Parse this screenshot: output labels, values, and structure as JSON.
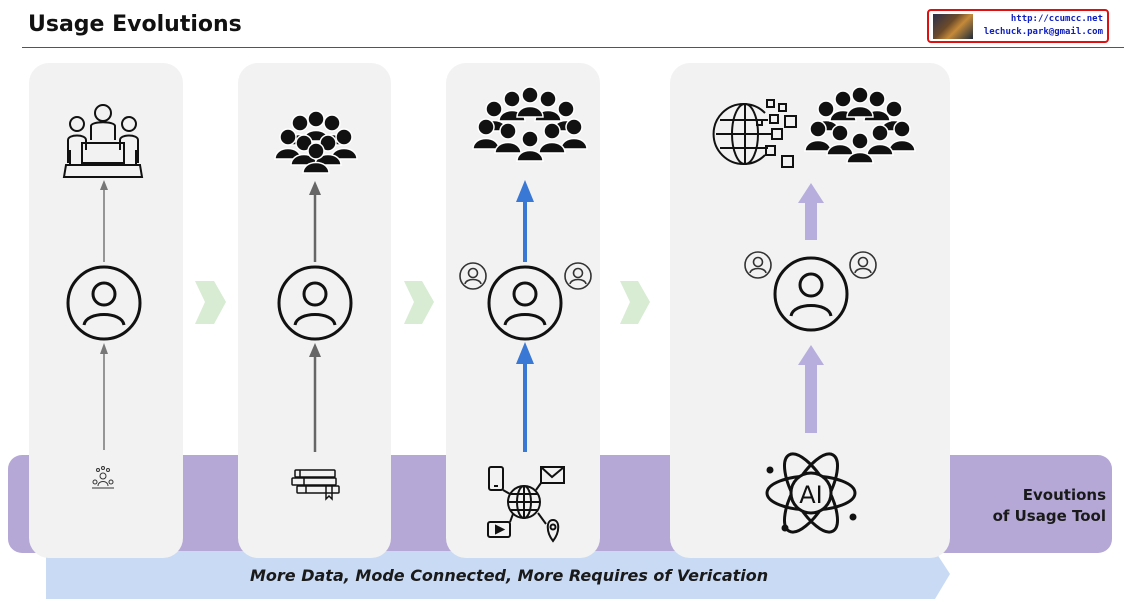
{
  "header": {
    "title": "Usage Evolutions",
    "badge_line1": "http://ccumcc.net",
    "badge_line2": "lechuck.park@gmail.com"
  },
  "band": {
    "label_line1": "Evoutions",
    "label_line2": "of Usage Tool"
  },
  "bottom": {
    "caption": "More Data, Mode Connected, More Requires of Verication"
  },
  "stages": [
    {
      "tool_icon": "network-people-icon",
      "audience_icon": "meeting-table-icon",
      "arrow_color": "#777777"
    },
    {
      "tool_icon": "books-icon",
      "audience_icon": "group-icon",
      "arrow_color": "#666666"
    },
    {
      "tool_icon": "connected-devices-icon",
      "audience_icon": "crowd-icon",
      "arrow_color": "#3a78d6"
    },
    {
      "tool_icon": "ai-atom-icon",
      "audience_icon": "crowd-digital-world-icon",
      "arrow_color": "#b7aede"
    }
  ],
  "colors": {
    "band": "#b5a8d6",
    "panel": "#f2f2f2",
    "chevron": "#d8ebd3",
    "bottom_arrow": "#c9daf5"
  }
}
